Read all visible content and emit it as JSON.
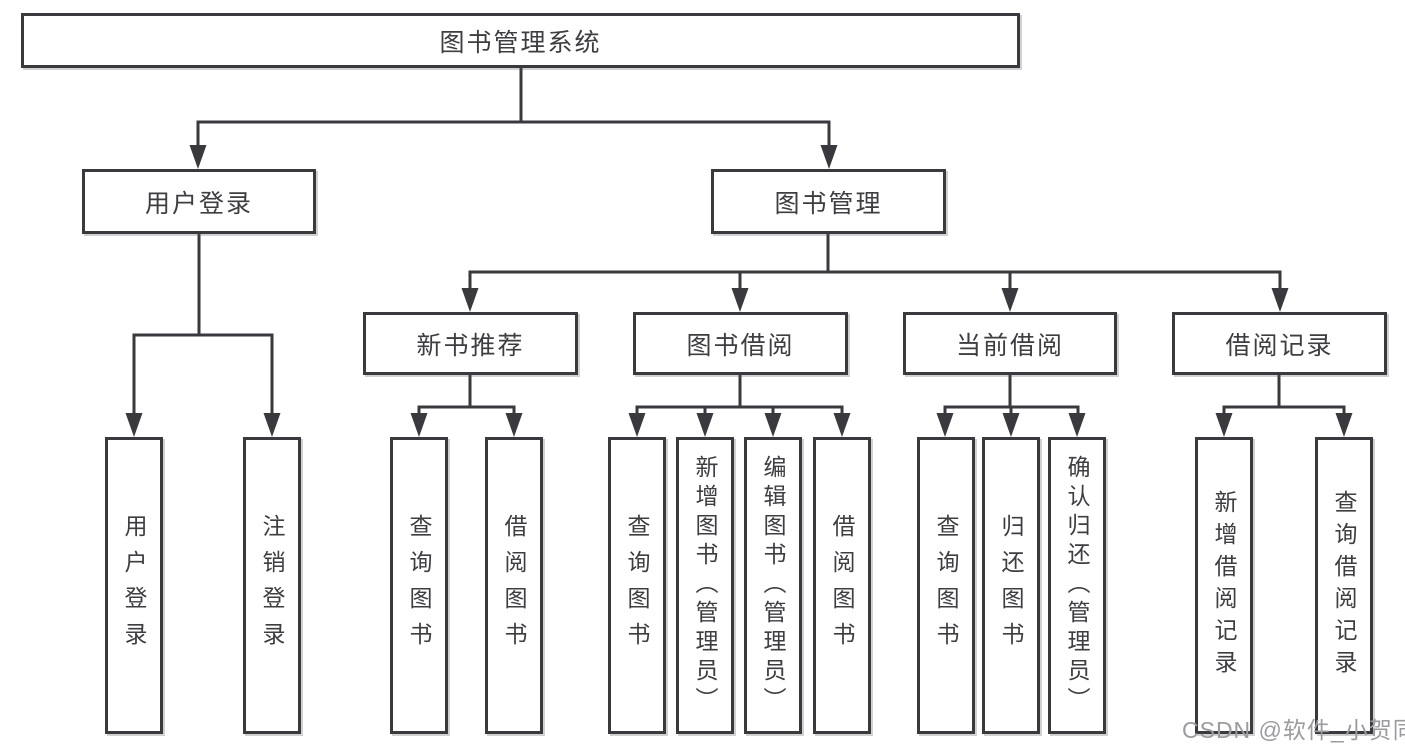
{
  "diagram": {
    "title": "图书管理系统",
    "tree": {
      "label": "图书管理系统",
      "children": [
        {
          "label": "用户登录",
          "children": [
            {
              "label": "用户登录"
            },
            {
              "label": "注销登录"
            }
          ]
        },
        {
          "label": "图书管理",
          "children": [
            {
              "label": "新书推荐",
              "children": [
                {
                  "label": "查询图书"
                },
                {
                  "label": "借阅图书"
                }
              ]
            },
            {
              "label": "图书借阅",
              "children": [
                {
                  "label": "查询图书"
                },
                {
                  "label": "新增图书（管理员）"
                },
                {
                  "label": "编辑图书（管理员）"
                },
                {
                  "label": "借阅图书"
                }
              ]
            },
            {
              "label": "当前借阅",
              "children": [
                {
                  "label": "查询图书"
                },
                {
                  "label": "归还图书"
                },
                {
                  "label": "确认归还（管理员）"
                }
              ]
            },
            {
              "label": "借阅记录",
              "children": [
                {
                  "label": "新增借阅记录"
                },
                {
                  "label": "查询借阅记录"
                }
              ]
            }
          ]
        }
      ]
    },
    "colors": {
      "line": "#3a3a3e",
      "box_border": "#3a3a3e",
      "text": "#3d3d42",
      "background": "#ffffff",
      "watermark": "#9b9ba0"
    }
  },
  "watermark": {
    "text": "CSDN @软件_小贺同学"
  }
}
